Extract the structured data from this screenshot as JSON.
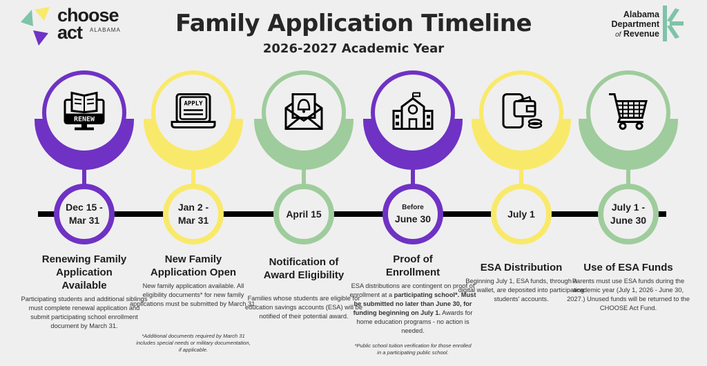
{
  "header": {
    "title": "Family Application Timeline",
    "subtitle": "2026-2027 Academic Year"
  },
  "logo_left": {
    "line1": "choose",
    "line2": "act",
    "state": "ALABAMA"
  },
  "logo_right": {
    "line1": "Alabama",
    "line2": "Department",
    "line3_of": "of",
    "line3": "Revenue"
  },
  "colors": {
    "purple": "#6f32c4",
    "yellow": "#f9e96a",
    "green": "#9fcc9c"
  },
  "steps": [
    {
      "icon": "renew-computer-icon",
      "icon_text": "RENEW",
      "date": "Dec 15 -\nMar 31",
      "heading": "Renewing Family\nApplication\nAvailable",
      "desc": "Participating students and additional siblings must complete renewal application and submit participating school enrollment document by March 31."
    },
    {
      "icon": "apply-laptop-icon",
      "icon_text": "APPLY",
      "date": "Jan 2 -\nMar 31",
      "heading": "New Family\nApplication Open",
      "desc": "New family application available.  All eligibility documents* for new family applications must be submitted by March 31.",
      "note": "*Additional documents required by March 31 includes special needs or military documentation, if applicable."
    },
    {
      "icon": "envelope-bell-icon",
      "date": "April 15",
      "heading": "Notification of\nAward Eligibility",
      "desc": "Families whose students are eligible for education savings accounts (ESA) will be notified of their potential award."
    },
    {
      "icon": "school-building-icon",
      "date_small": "Before",
      "date": "June 30",
      "heading": "Proof of\nEnrollment",
      "desc_a": "ESA distributions are contingent on proof of enrollment at a ",
      "desc_bold": "participating school*. Must be submitted no later than June 30, for funding beginning on July 1.",
      "desc_b": " Awards for home education programs - no action is needed.",
      "note": "*Public school tuition verification for those enrolled in a participating public school."
    },
    {
      "icon": "digital-wallet-icon",
      "date": "July 1",
      "heading": "ESA Distribution",
      "desc": "Beginning July 1, ESA funds, through a digital wallet, are deposited into participating students' accounts."
    },
    {
      "icon": "shopping-cart-icon",
      "date": "July 1 -\nJune 30",
      "heading": "Use of ESA Funds",
      "desc": "Parents must use ESA funds during the academic year (July 1, 2026 - June 30, 2027.) Unused funds will be returned to the CHOOSE Act Fund."
    }
  ]
}
